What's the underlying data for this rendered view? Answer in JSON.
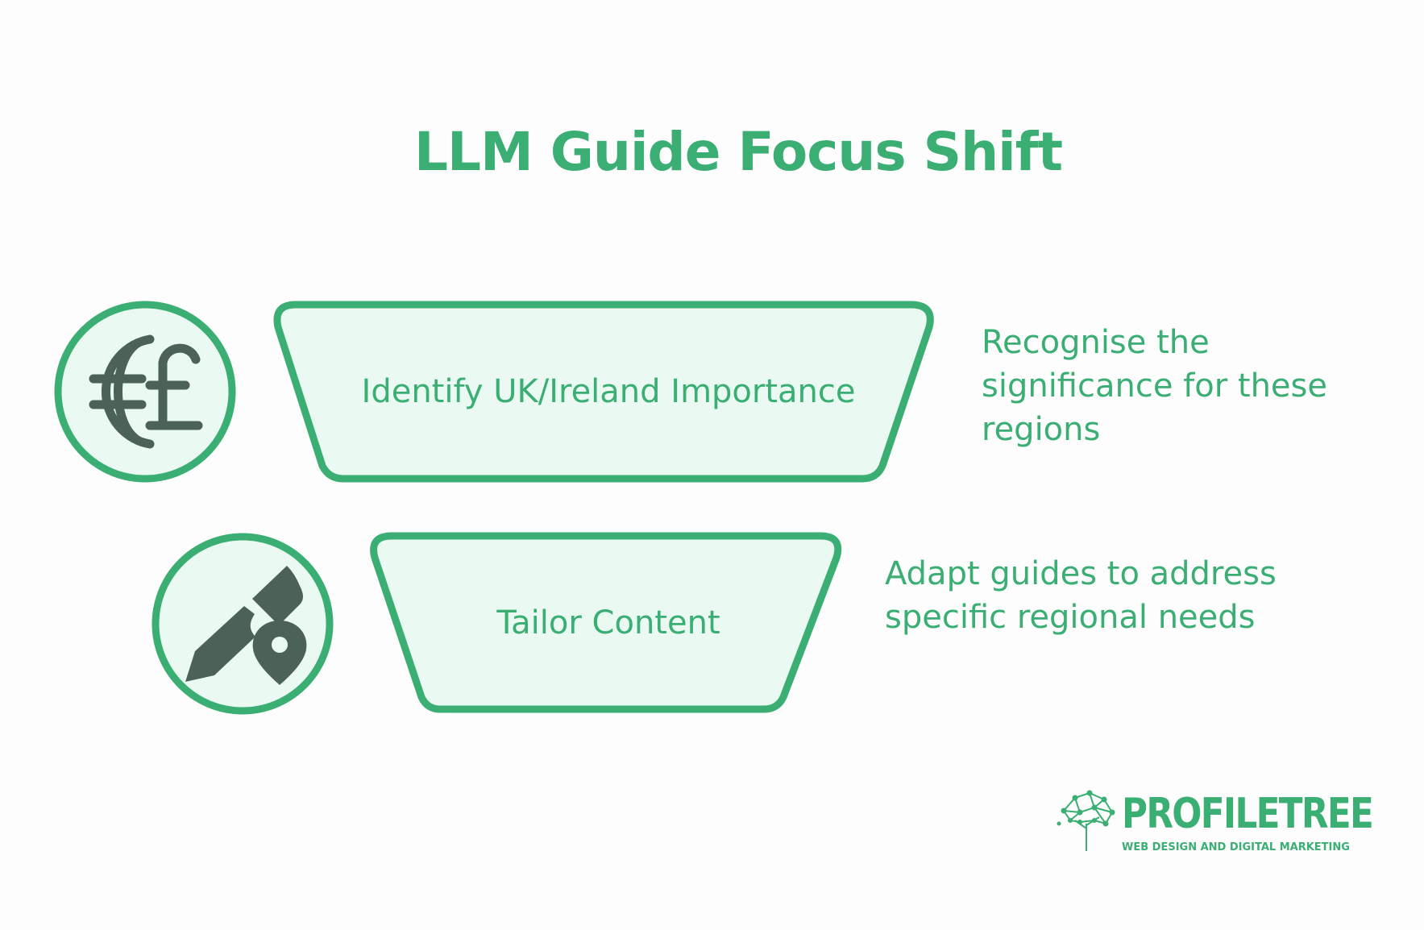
{
  "title": "LLM Guide Focus Shift",
  "stages": [
    {
      "label": "Identify UK/Ireland Importance",
      "icon": "globe-pound-icon",
      "description_lines": [
        "Recognise the",
        "significance for these",
        "regions"
      ]
    },
    {
      "label": "Tailor Content",
      "icon": "pen-location-icon",
      "description_lines": [
        "Adapt guides to address",
        "specific regional needs"
      ]
    }
  ],
  "logo": {
    "wordmark": "PROFILETREE",
    "tagline": "WEB DESIGN AND DIGITAL MARKETING",
    "icon": "tree-network-icon"
  },
  "colors": {
    "accent": "#3aae73",
    "fill": "#eafaf2",
    "icon": "#4c6259"
  }
}
